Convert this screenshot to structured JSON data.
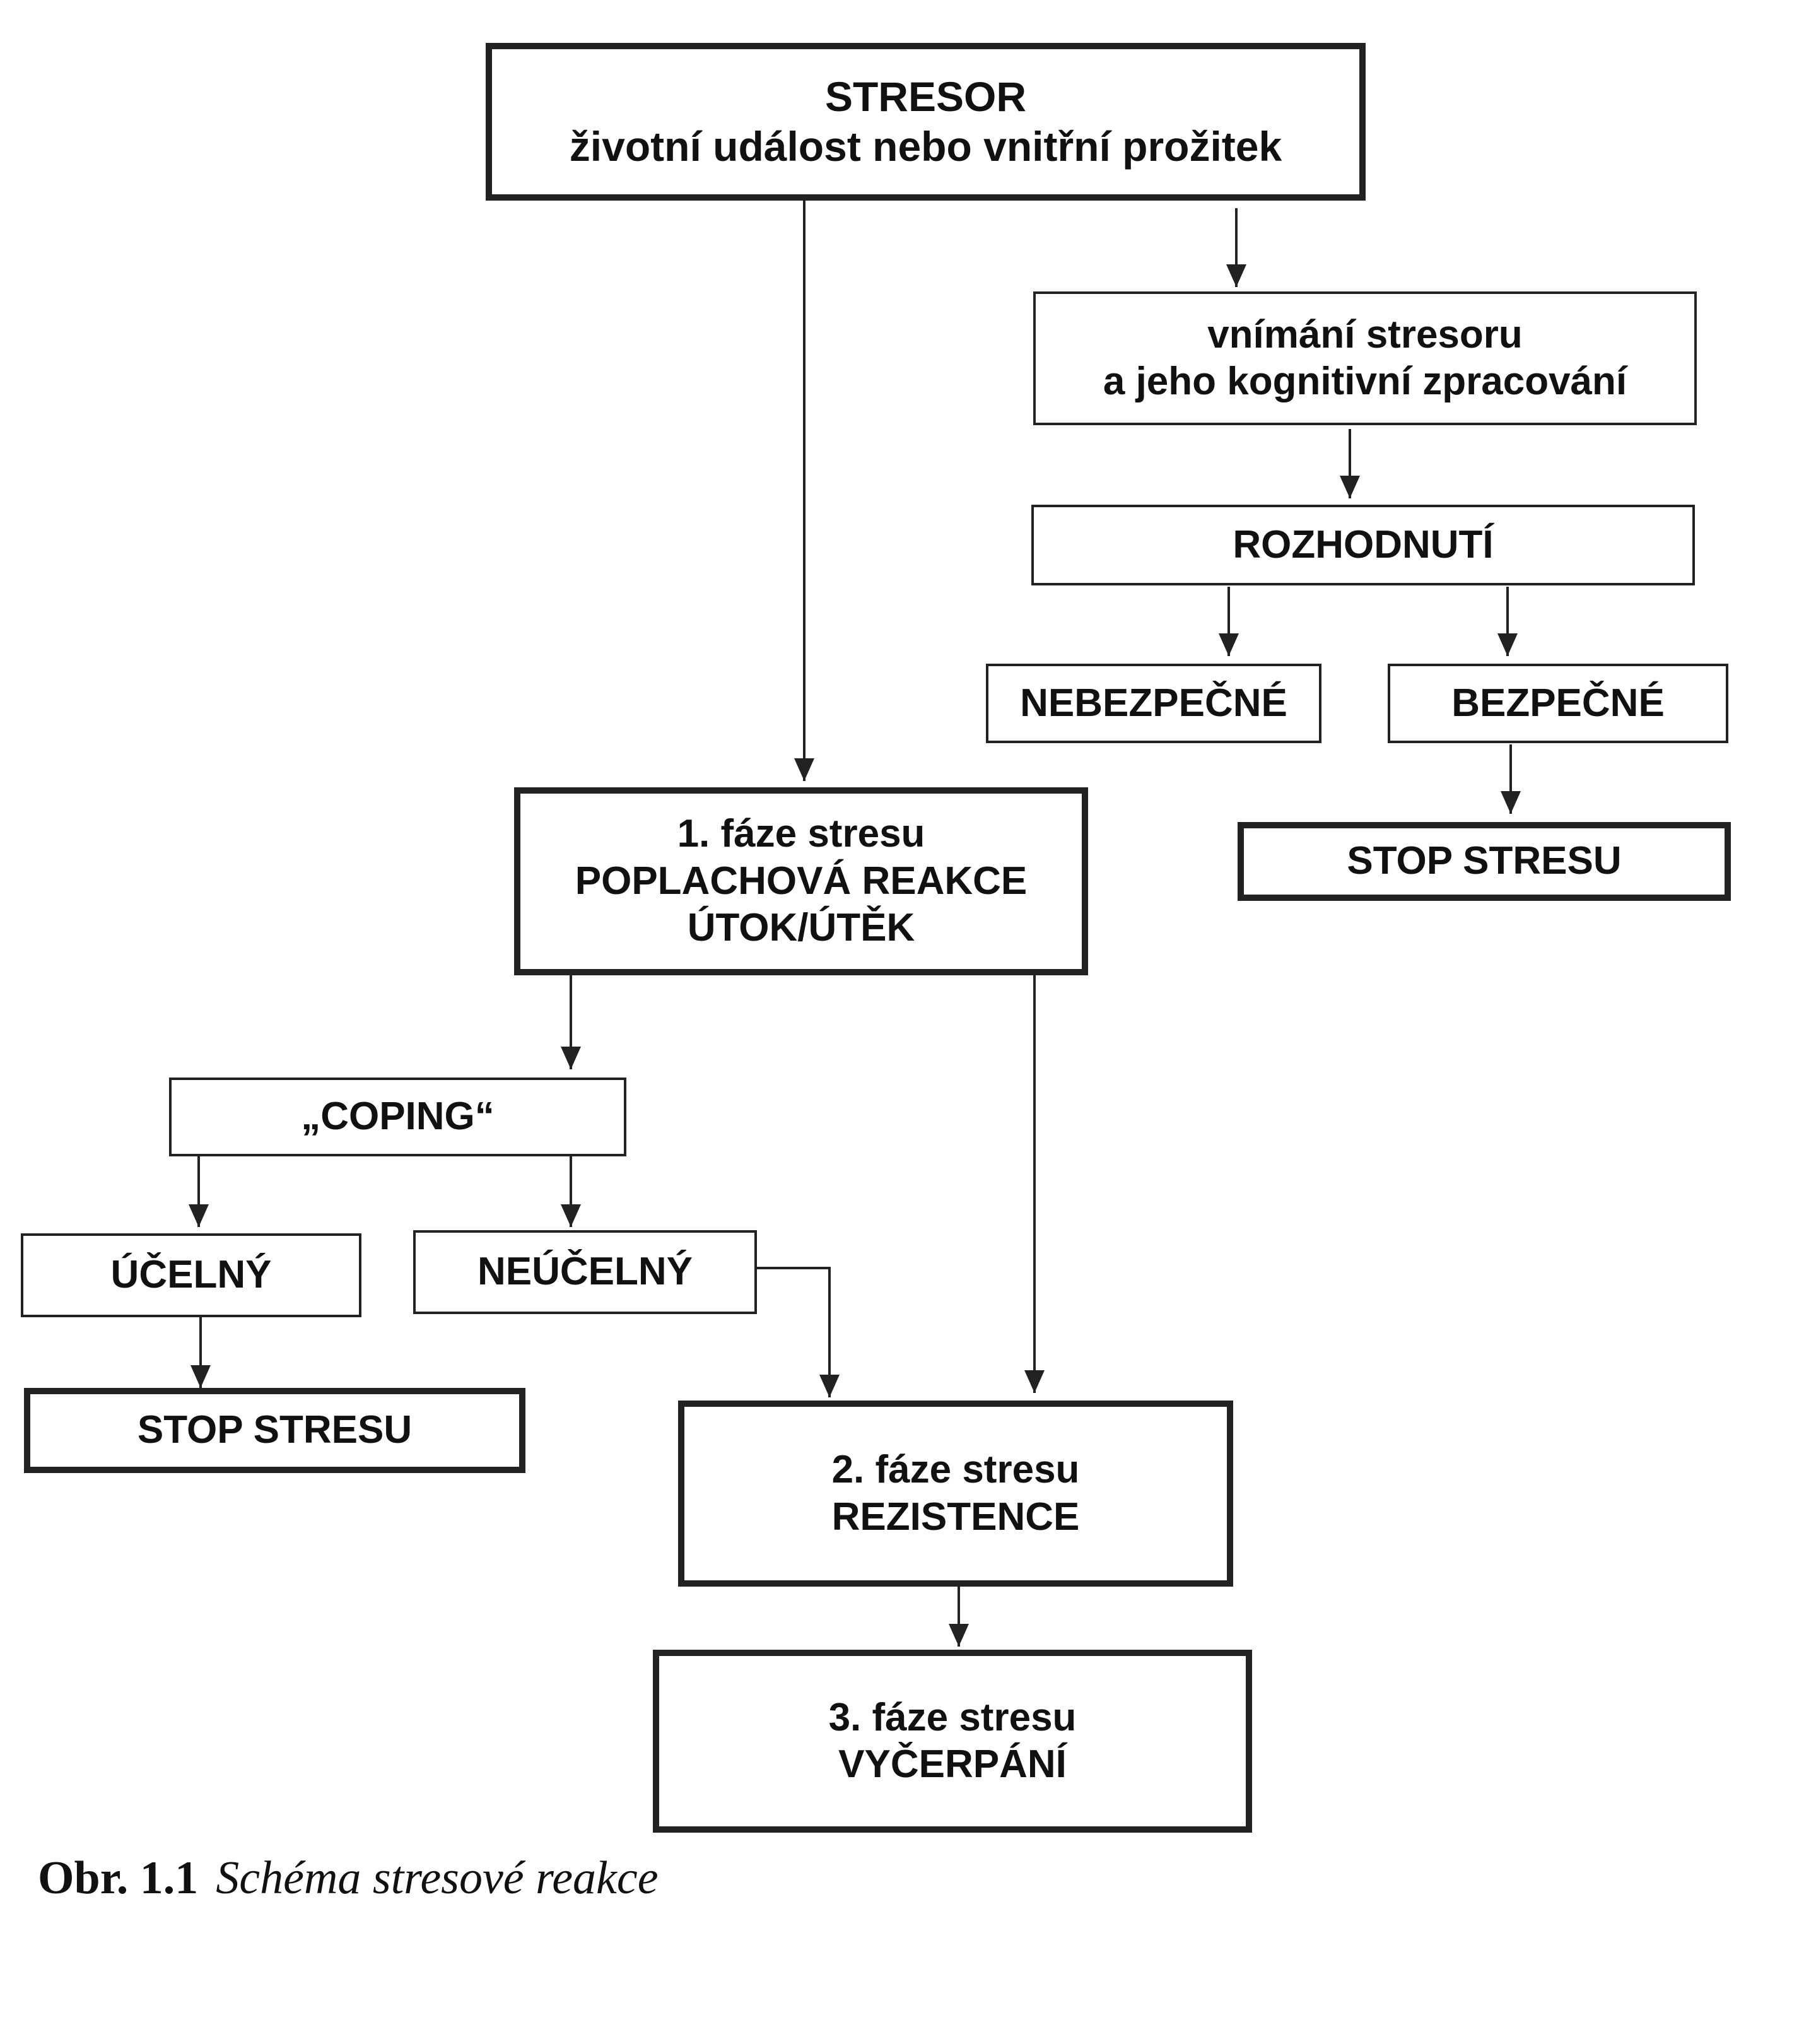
{
  "nodes": {
    "stresor": [
      "STRESOR",
      "životní událost nebo vnitřní prožitek"
    ],
    "vnimani": [
      "vnímání stresoru",
      "a jeho kognitivní zpracování"
    ],
    "rozhodnuti": "ROZHODNUTÍ",
    "nebezpecne": "NEBEZPEČNÉ",
    "bezpecne": "BEZPEČNÉ",
    "stop_top": "STOP STRESU",
    "faze1": [
      "1. fáze stresu",
      "POPLACHOVÁ REAKCE",
      "ÚTOK/ÚTĚK"
    ],
    "coping": "„COPING“",
    "ucelny": "ÚČELNÝ",
    "neucelny": "NEÚČELNÝ",
    "stop_bottom": "STOP STRESU",
    "faze2": [
      "2. fáze stresu",
      "REZISTENCE"
    ],
    "faze3": [
      "3. fáze stresu",
      "VYČERPÁNÍ"
    ]
  },
  "caption": {
    "number": "Obr. 1.1",
    "title": "Schéma stresové reakce"
  }
}
